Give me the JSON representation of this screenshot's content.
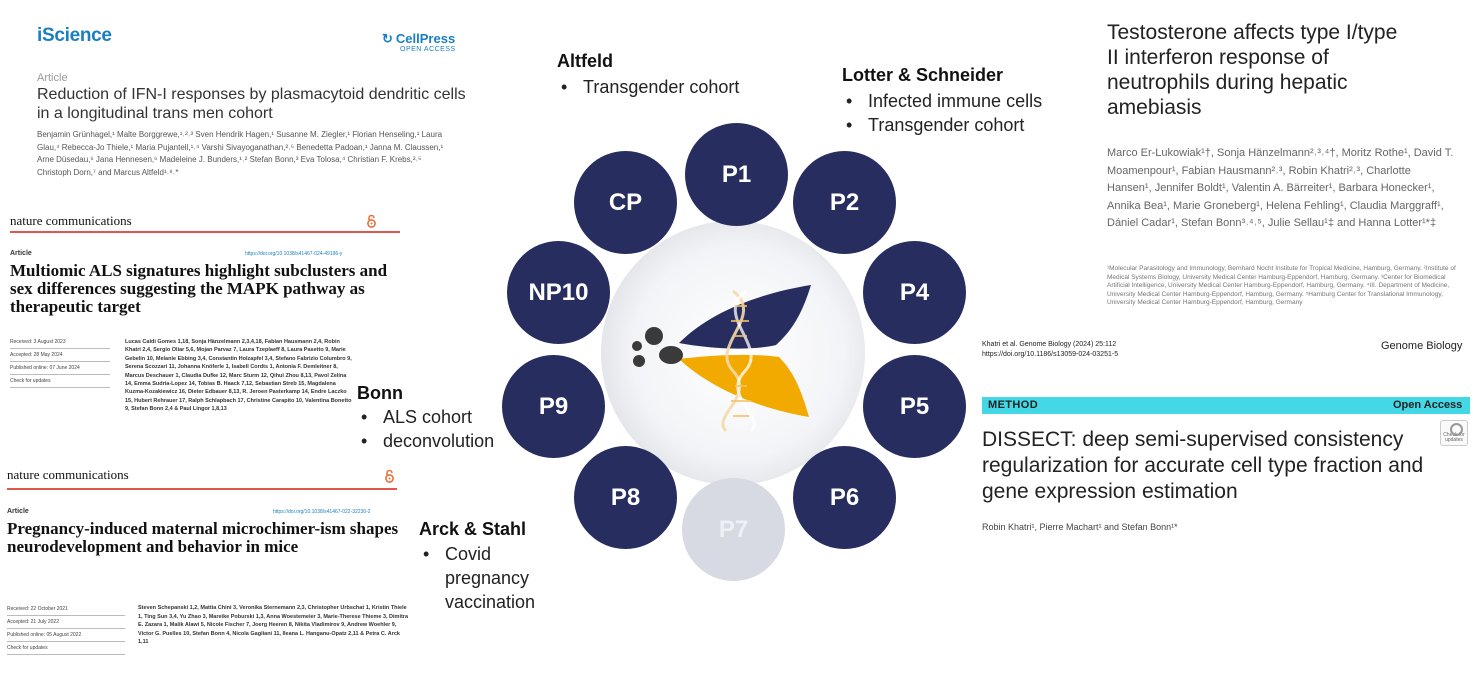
{
  "paper1": {
    "journal": "iScience",
    "publisher": "CellPress",
    "publisher_sub": "OPEN ACCESS",
    "type": "Article",
    "title": "Reduction of IFN-I responses by plasmacytoid dendritic cells in a longitudinal trans men cohort",
    "authors": "Benjamin Grünhagel,¹ Malte Borggrewe,¹˒²˒³ Sven Hendrik Hagen,¹ Susanne M. Ziegler,¹ Florian Henseling,¹ Laura Glau,⁴ Rebecca-Jo Thiele,¹ Maria Pujantell,¹˒⁴ Varshi Sivayoganathan,²˒⁵ Benedetta Padoan,¹ Janna M. Claussen,¹ Arne Düsedau,⁶ Jana Hennesen,⁶ Madeleine J. Bunders,¹˒² Stefan Bonn,³ Eva Tolosa,⁴ Christian F. Krebs,²˒⁵ Christoph Dorn,⁷ and Marcus Altfeld¹˒⁸˒*"
  },
  "paper2": {
    "journal": "nature communications",
    "type": "Article",
    "doi": "https://doi.org/10.1038/s41467-024-49196-y",
    "title": "Multiomic ALS signatures highlight subclusters and sex differences suggesting the MAPK pathway as therapeutic target",
    "meta": [
      "Received: 3 August 2023",
      "Accepted: 28 May 2024",
      "Published online: 07 June 2024",
      "Check for updates"
    ],
    "authors": "Lucas Caldi Gomes 1,18, Sonja Hänzelmann 2,3,4,18, Fabian Hausmann 2,4, Robin Khatri 2,4, Sergio Oliar 5,6, Mojan Parvaz 7, Laura Tzeplaeff 8, Laura Pasetto 9, Marie Gebelin 10, Melanie Ebbing 3,4, Constantin Holzapfel 3,4, Stefano Fabrizio Columbro 9, Serena Scozzari 11, Johanna Knöferle 1, Isabell Cordts 1, Antonia F. Demleitner 8, Marcus Deschauer 1, Claudia Dufke 12, Marc Sturm 12, Qihui Zhou 8,13, Pavol Zelina 14, Emma Sudria-Lopez 14, Tobias B. Haack 7,12, Sebastian Streb 15, Magdalena Kuzma-Kozakiewicz 16, Dieter Edbauer 8,13, R. Jeroen Pasterkamp 14, Endre Laczko 15, Hubert Rehrauer 17, Ralph Schlapbach 17, Christine Carapito 10, Valentina Bonetto 9, Stefan Bonn 2,4 & Paul Lingor 1,8,13"
  },
  "paper3": {
    "journal": "nature communications",
    "type": "Article",
    "doi": "https://doi.org/10.1038/s41467-022-32230-2",
    "title": "Pregnancy-induced maternal microchimer-ism shapes neurodevelopment and behavior in mice",
    "meta": [
      "Received: 22 October 2021",
      "Accepted: 21 July 2022",
      "Published online: 05 August 2022",
      "Check for updates"
    ],
    "authors": "Steven Schepanski 1,2, Mattia Chini 3, Veronika Sternemann 2,3, Christopher Urbschat 1, Kristin Thiele 1, Ting Sun 3,4, Yu Zhao 3, Mareike Poburski 1,3, Anna Woestemeier 3, Marie-Therese Thieme 3, Dimitra E. Zazara 1, Malik Alawi 5, Nicole Fischer 7, Joerg Heeren 8, Nikita Vladimirov 9, Andrew Woehler 9, Victor G. Puelles 10, Stefan Bonn 4, Nicola Gagliani 11, Ileana L. Hanganu-Opatz 2,11 & Petra C. Arck 1,11"
  },
  "groups": {
    "altfeld": {
      "name": "Altfeld",
      "items": [
        "Transgender cohort"
      ]
    },
    "lotter": {
      "name": "Lotter & Schneider",
      "items": [
        "Infected immune cells",
        "Transgender cohort"
      ]
    },
    "bonn": {
      "name": "Bonn",
      "items": [
        "ALS cohort",
        "deconvolution"
      ]
    },
    "arck": {
      "name": "Arck & Stahl",
      "items": [
        "Covid pregnancy vaccination"
      ]
    }
  },
  "ring": {
    "nodes": [
      "P1",
      "P2",
      "P4",
      "P5",
      "P6",
      "P7",
      "P8",
      "P9",
      "NP10",
      "CP"
    ],
    "muted_node": "P7",
    "colors": {
      "node": "#272d5f",
      "muted": "#d7d9e3",
      "logo_blue": "#272d5f",
      "logo_gold": "#f2a900"
    }
  },
  "paper4": {
    "title": "Testosterone affects type I/type II interferon response of neutrophils during hepatic amebiasis",
    "authors": "Marco Er-Lukowiak¹†, Sonja Hänzelmann²˒³˒⁴†, Moritz Rothe¹, David T. Moamenpour¹, Fabian Hausmann²˒³, Robin Khatri²˒³, Charlotte Hansen¹, Jennifer Boldt¹, Valentin A. Bärreiter¹, Barbara Honecker¹, Annika Bea¹, Marie Groneberg¹, Helena Fehling¹, Claudia Marggraff¹, Dániel Cadar¹, Stefan Bonn³˒⁴˒⁵, Julie Sellau¹‡ and Hanna Lotter¹*‡",
    "affiliations": "¹Molecular Parasitology and Immunology, Bernhard Nocht Institute for Tropical Medicine, Hamburg, Germany. ²Institute of Medical Systems Biology, University Medical Center Hamburg-Eppendorf, Hamburg, Germany. ³Center for Biomedical Artificial Intelligence, University Medical Center Hamburg-Eppendorf, Hamburg, Germany. ⁴III. Department of Medicine, University Medical Center Hamburg-Eppendorf, Hamburg, Germany. ⁵Hamburg Center for Translational Immunology, University Medical Center Hamburg-Eppendorf, Hamburg, Germany",
    "citation": "Khatri et al. Genome Biology      (2024) 25:112",
    "doi": "https://doi.org/10.1186/s13059-024-03251-5",
    "journal": "Genome Biology"
  },
  "paper5": {
    "type": "METHOD",
    "oa": "Open Access",
    "badge": "Check for updates",
    "title": "DISSECT: deep semi-supervised consistency regularization for accurate cell type fraction and gene expression estimation",
    "authors": "Robin Khatri¹, Pierre Machart¹ and Stefan Bonn¹*"
  }
}
